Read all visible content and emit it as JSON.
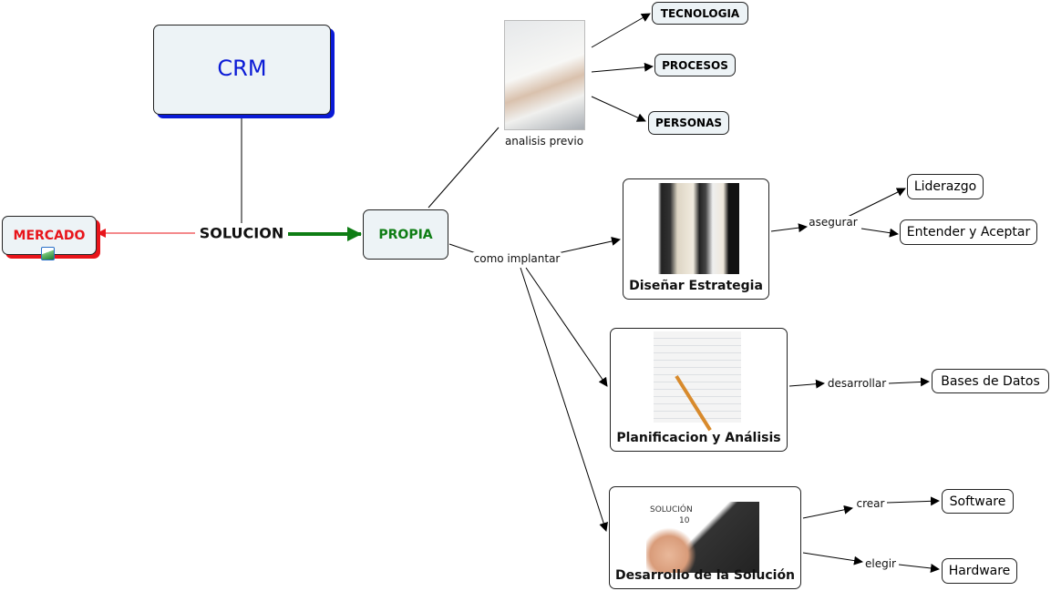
{
  "nodes": {
    "crm": "CRM",
    "mercado": "MERCADO",
    "solucion": "SOLUCION",
    "propia": "PROPIA",
    "analisis_previo": "analisis previo",
    "tecnologia": "TECNOLOGIA",
    "procesos": "PROCESOS",
    "personas": "PERSONAS",
    "disenar_estrategia": "Diseñar Estrategia",
    "liderazgo": "Liderazgo",
    "entender_aceptar": "Entender y Aceptar",
    "planificacion": "Planificacion y Análisis",
    "bases_datos": "Bases de Datos",
    "desarrollo": "Desarrollo de la Solución",
    "software": "Software",
    "hardware": "Hardware"
  },
  "links": {
    "como_implantar": "como implantar",
    "asegurar": "asegurar",
    "desarrollar": "desarrollar",
    "crear": "crear",
    "elegir": "elegir"
  },
  "image_text": {
    "solucion_image": "SOLUCIÓN",
    "solucion_number": "10"
  },
  "colors": {
    "crm": "#0a1ad6",
    "mercado": "#e8141a",
    "propia": "#0e7d14",
    "node_fill": "#edf3f6"
  },
  "icons": [
    "image-attachment-icon"
  ]
}
